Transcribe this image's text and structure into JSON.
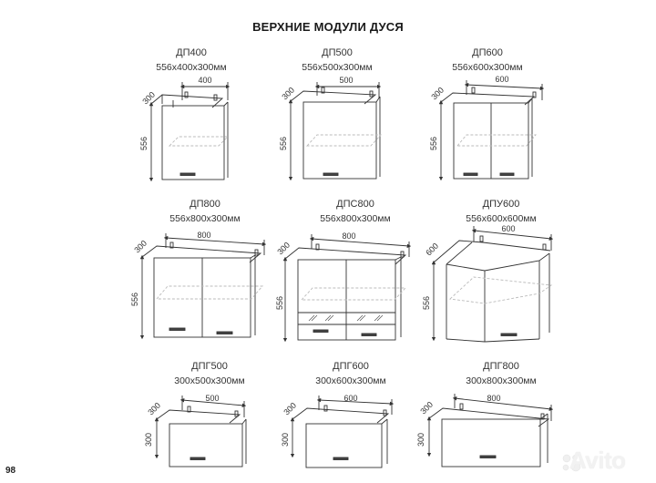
{
  "page": {
    "title": "ВЕРХНИЕ МОДУЛИ ДУСЯ",
    "page_number": "98",
    "watermark": "Avito"
  },
  "modules": [
    {
      "code": "ДП400",
      "size": "556x400x300мм",
      "width_dim": "400",
      "depth_dim": "300",
      "height_dim": "556",
      "doors": 1
    },
    {
      "code": "ДП500",
      "size": "556x500x300мм",
      "width_dim": "500",
      "depth_dim": "300",
      "height_dim": "556",
      "doors": 1
    },
    {
      "code": "ДП600",
      "size": "556x600x300мм",
      "width_dim": "600",
      "depth_dim": "300",
      "height_dim": "556",
      "doors": 2
    },
    {
      "code": "ДП800",
      "size": "556x800x300мм",
      "width_dim": "800",
      "depth_dim": "300",
      "height_dim": "556",
      "doors": 2
    },
    {
      "code": "ДПС800",
      "size": "556x800x300мм",
      "width_dim": "800",
      "depth_dim": "300",
      "height_dim": "556",
      "doors": 2,
      "glass": true
    },
    {
      "code": "ДПУ600",
      "size": "556x600x600мм",
      "width_dim": "600",
      "depth_dim": "600",
      "height_dim": "556",
      "corner": true
    },
    {
      "code": "ДПГ500",
      "size": "300x500x300мм",
      "width_dim": "500",
      "depth_dim": "300",
      "height_dim": "300",
      "doors": 1
    },
    {
      "code": "ДПГ600",
      "size": "300x600x300мм",
      "width_dim": "600",
      "depth_dim": "300",
      "height_dim": "300",
      "doors": 1
    },
    {
      "code": "ДПГ800",
      "size": "300x800x300мм",
      "width_dim": "800",
      "depth_dim": "300",
      "height_dim": "300",
      "doors": 1
    }
  ]
}
